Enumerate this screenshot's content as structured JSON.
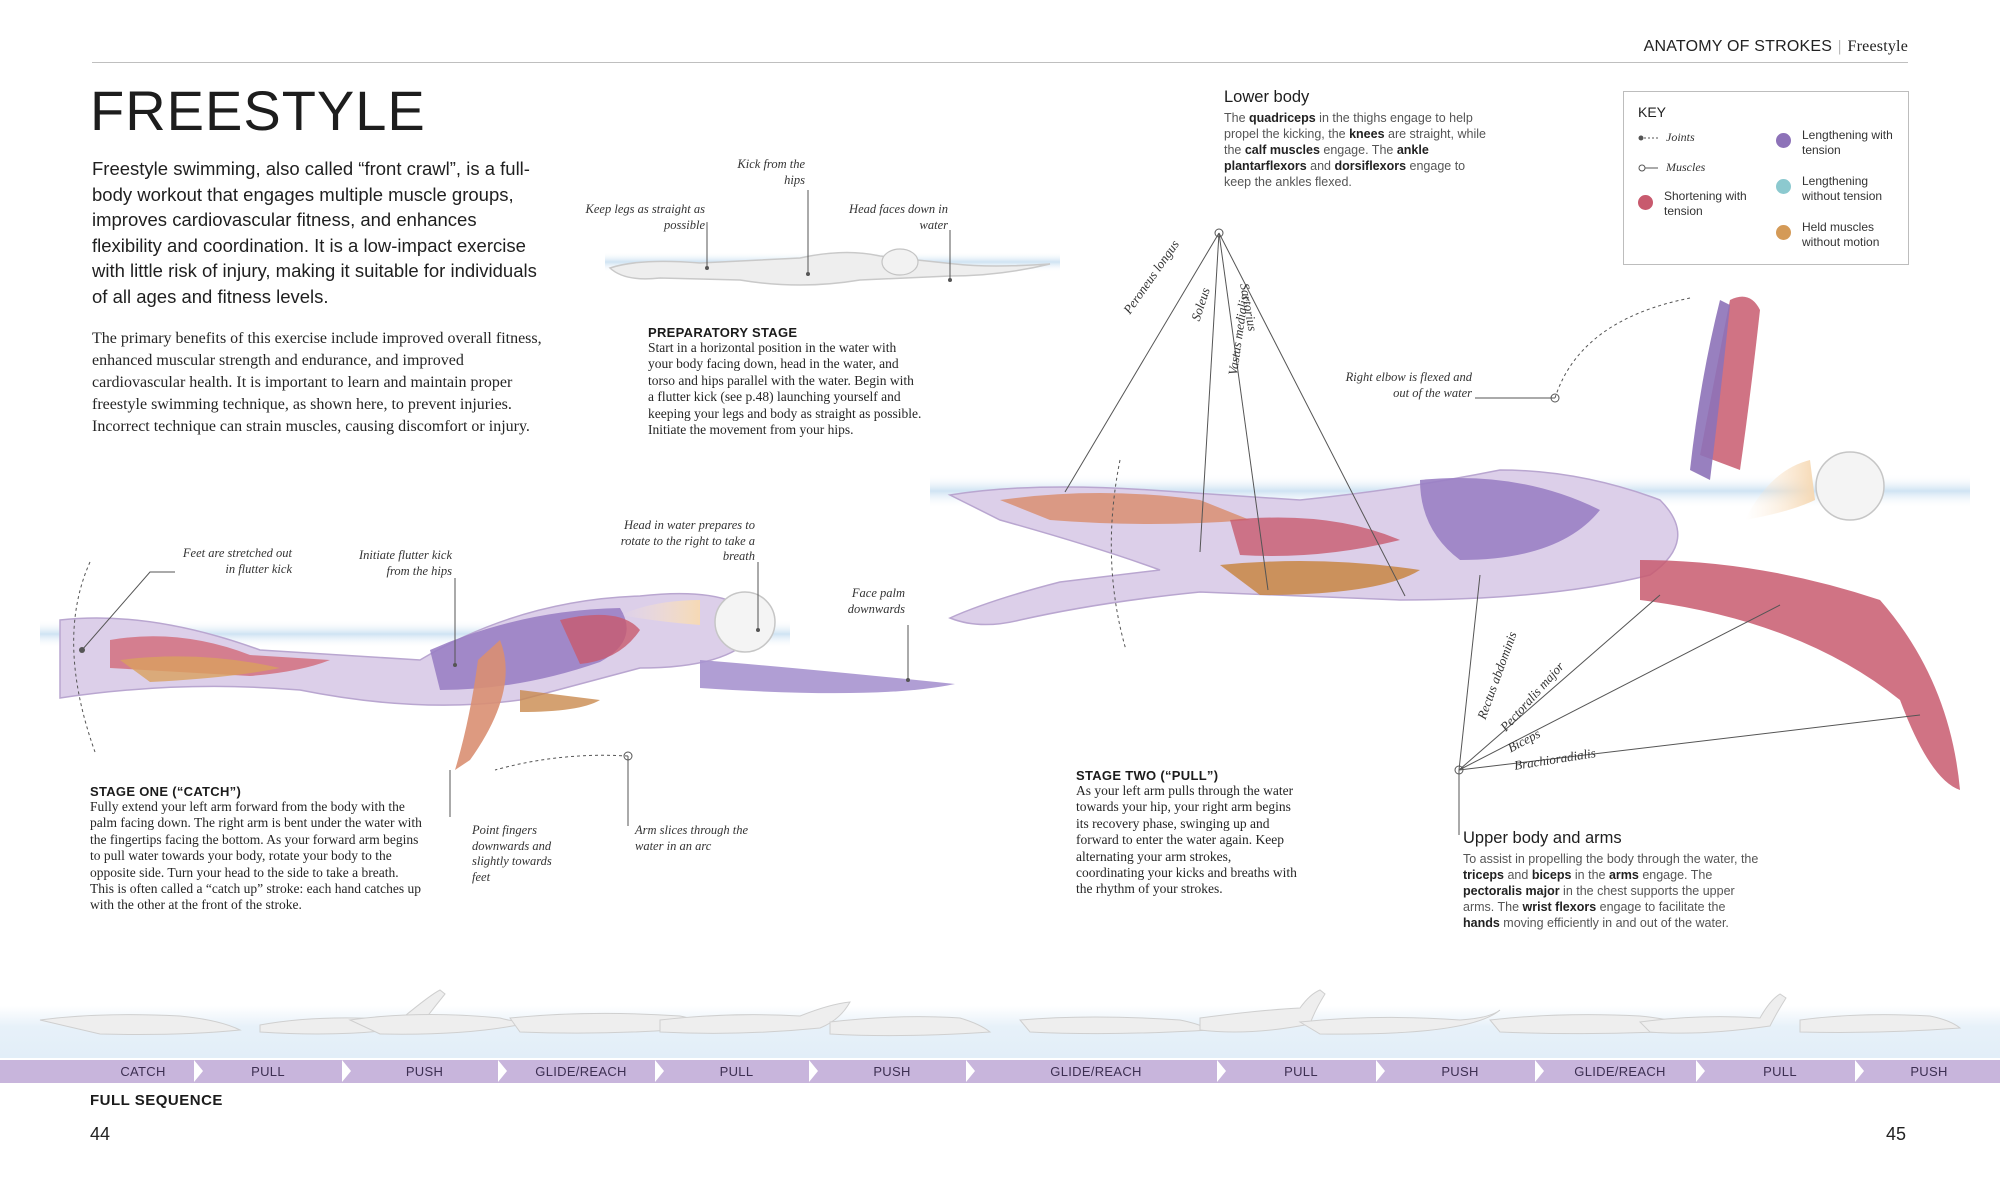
{
  "header": {
    "section": "ANATOMY OF STROKES",
    "topic": "Freestyle"
  },
  "title": "FREESTYLE",
  "intro": "Freestyle swimming, also called “front crawl”, is a full-body workout that engages multiple muscle groups, improves cardiovascular fitness, and enhances flexibility and coordination. It is a low-impact exercise with little risk of injury, making it suitable for individuals of all ages and fitness levels.",
  "body": "The primary benefits of this exercise include improved overall fitness, enhanced muscular strength and endurance, and improved cardiovascular health. It is important to learn and maintain proper freestyle swimming technique, as shown here, to prevent injuries. Incorrect technique can strain muscles, causing discomfort or injury.",
  "prep": {
    "heading": "PREPARATORY STAGE",
    "text": "Start in a horizontal position in the water with your body facing down, head in the water, and torso and hips parallel with the water. Begin with a flutter kick (see p.48) launching yourself and keeping your legs and body as straight as possible. Initiate the movement from your hips.",
    "labels": {
      "legs": "Keep legs as straight as possible",
      "kick": "Kick from the hips",
      "head": "Head faces down in water"
    }
  },
  "stage1": {
    "heading": "STAGE ONE (“CATCH”)",
    "text": "Fully extend your left arm forward from the body with the palm facing down. The right arm is bent under the water with the fingertips facing the bottom. As your forward arm begins to pull water towards your body, rotate your body to the opposite side. Turn your head to the side to take a breath. This is often called a “catch up” stroke: each hand catches up with the other at the front of the stroke.",
    "labels": {
      "feet": "Feet are stretched out in flutter kick",
      "flutter": "Initiate flutter kick from the hips",
      "head": "Head in water prepares to rotate to the right to take a breath",
      "palm": "Face palm downwards",
      "fingers": "Point fingers downwards and slightly towards feet",
      "arc": "Arm slices through the water in an arc"
    }
  },
  "stage2": {
    "heading": "STAGE TWO (“PULL”)",
    "text": "As your left arm pulls through the water towards your hip, your right arm begins its recovery phase, swinging up and forward to enter the water again. Keep alternating your arm strokes, coordinating your kicks and breaths with the rhythm of your strokes.",
    "labels": {
      "elbow": "Right elbow is flexed and out of the water"
    }
  },
  "lower_body": {
    "heading": "Lower body",
    "t1": "The ",
    "b1": "quadriceps",
    "t2": " in the thighs engage to help propel the kicking, the ",
    "b2": "knees",
    "t3": " are straight, while the ",
    "b3": "calf muscles",
    "t4": " engage. The ",
    "b4": "ankle plantarflexors",
    "t5": " and ",
    "b5": "dorsiflexors",
    "t6": " engage to keep the ankles flexed.",
    "muscles": [
      "Peroneus longus",
      "Soleus",
      "Vastus medialis",
      "Sartorius"
    ]
  },
  "upper_body": {
    "heading": "Upper body and arms",
    "t1": "To assist in propelling the body through the water, the ",
    "b1": "triceps",
    "t2": " and ",
    "b2": "biceps",
    "t3": " in the ",
    "b3": "arms",
    "t4": " engage. The ",
    "b4": "pectoralis major",
    "t5": " in the chest supports the upper arms. The ",
    "b5": "wrist flexors",
    "t6": " engage to facilitate the ",
    "b6": "hands",
    "t7": " moving efficiently in and out of the water.",
    "muscles": [
      "Rectus abdominis",
      "Pectoralis major",
      "Biceps",
      "Brachioradialis"
    ]
  },
  "key": {
    "title": "KEY",
    "joints": "Joints",
    "muscles": "Muscles",
    "shortening": "Shortening with tension",
    "lengthening_tension": "Lengthening with tension",
    "lengthening_no_tension": "Lengthening without tension",
    "held": "Held muscles without motion",
    "colors": {
      "shortening": "#c85a6e",
      "lengthening_tension": "#8d72b8",
      "lengthening_no_tension": "#8cc9cf",
      "held": "#d49a57"
    }
  },
  "sequence": {
    "label": "FULL SEQUENCE",
    "phases": [
      "CATCH",
      "PULL",
      "PUSH",
      "GLIDE/REACH",
      "PULL",
      "PUSH",
      "GLIDE/REACH",
      "PULL",
      "PUSH",
      "GLIDE/REACH",
      "PULL",
      "PUSH"
    ]
  },
  "page_numbers": {
    "left": "44",
    "right": "45"
  },
  "colors": {
    "muscle_red": "#c85a6e",
    "muscle_purple": "#8d72b8",
    "tendon_orange": "#d49a57",
    "water": "#dbeaf6",
    "sequence_bar": "#c8b5dc"
  }
}
